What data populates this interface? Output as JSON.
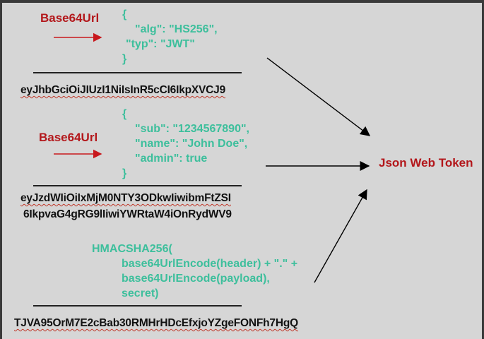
{
  "header_section": {
    "label": "Base64Url",
    "json_lines": [
      "{",
      "\"alg\": \"HS256\",",
      "\"typ\": \"JWT\"",
      "}"
    ],
    "encoded": "eyJhbGciOiJIUzI1NiIsInR5cCI6IkpXVCJ9"
  },
  "payload_section": {
    "label": "Base64Url",
    "json_lines": [
      "{",
      "\"sub\": \"1234567890\",",
      "\"name\": \"John Doe\",",
      "\"admin\": true",
      "}"
    ],
    "encoded_lines": [
      "eyJzdWIiOiIxMjM0NTY3ODkwIiwibmFtZSI",
      "6IkpvaG4gRG9lIiwiYWRtaW4iOnRydWV9"
    ]
  },
  "signature_section": {
    "formula_lines": [
      "HMACSHA256(",
      "base64UrlEncode(header) + \".\" +",
      "base64UrlEncode(payload),",
      "secret)"
    ],
    "encoded": "TJVA95OrM7E2cBab30RMHrHDcEfxjoYZgeFONFh7HgQ"
  },
  "result": {
    "label": "Json Web Token"
  },
  "colors": {
    "label_red": "#b3171b",
    "json_green": "#3dbf9c",
    "background": "#d6d6d6",
    "frame": "#3a3a3a"
  }
}
